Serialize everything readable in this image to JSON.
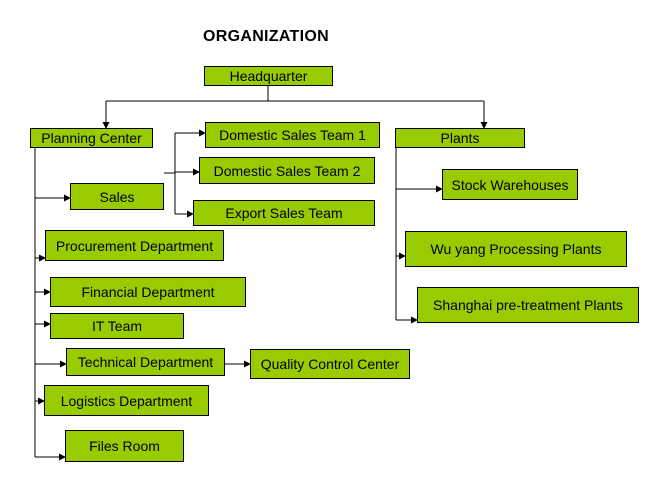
{
  "title": "ORGANIZATION",
  "colors": {
    "box_fill": "#99cc00",
    "box_border": "#000000",
    "connector": "#000000"
  },
  "nodes": {
    "headquarter": "Headquarter",
    "planning_center": "Planning Center",
    "plants": "Plants",
    "sales": "Sales",
    "domestic_sales_team_1": "Domestic Sales Team 1",
    "domestic_sales_team_2": "Domestic Sales Team 2",
    "export_sales_team": "Export Sales Team",
    "procurement_department": "Procurement Department",
    "financial_department": "Financial Department",
    "it_team": "IT Team",
    "technical_department": "Technical Department",
    "quality_control_center": "Quality Control Center",
    "logistics_department": "Logistics Department",
    "files_room": "Files Room",
    "stock_warehouses": "Stock Warehouses",
    "wu_yang_processing_plants": "Wu yang Processing Plants",
    "shanghai_pretreatment_plants": "Shanghai pre-treatment Plants"
  }
}
